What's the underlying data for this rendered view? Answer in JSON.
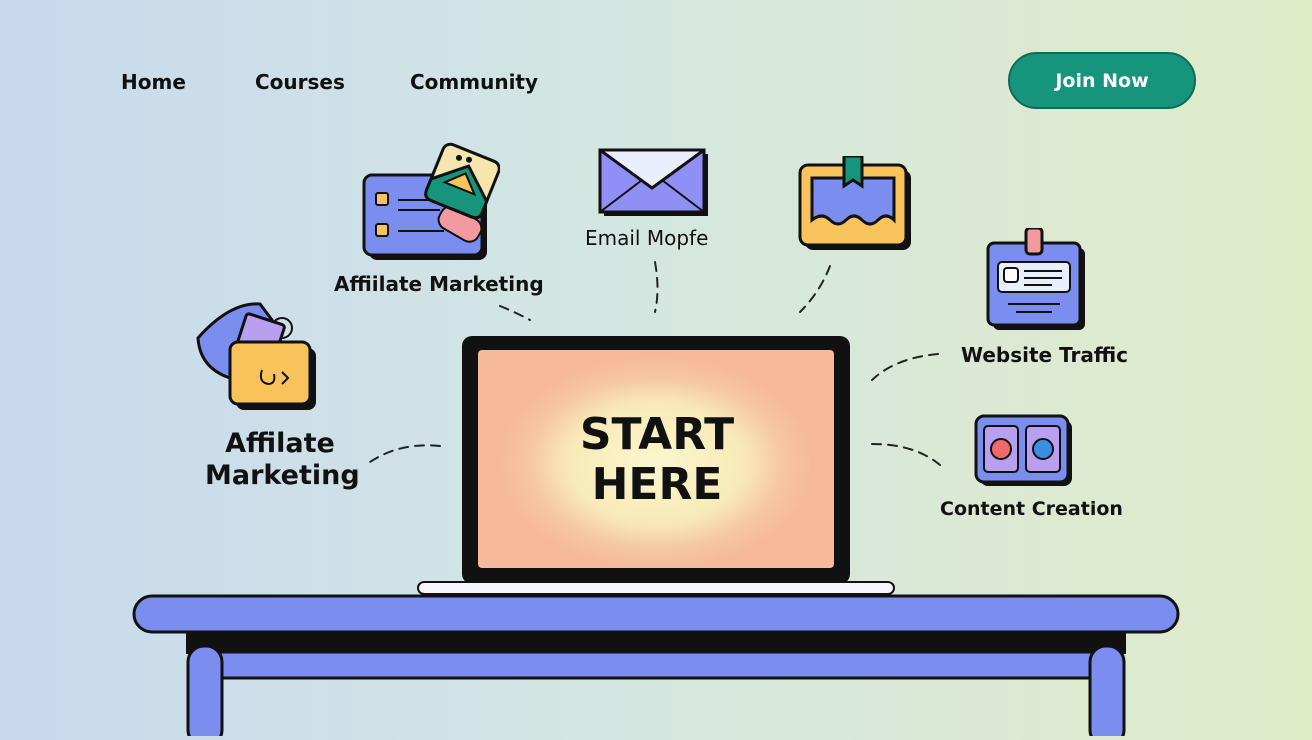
{
  "nav": {
    "home": "Home",
    "courses": "Courses",
    "community": "Community",
    "join": "Join Now"
  },
  "features": {
    "affiliate_top": "Affiilate Marketing",
    "email": "Email Mopfe",
    "website_traffic": "Website Traffic",
    "affiliate_left_line1": "Affilate",
    "affiliate_left_line2": "Marketing",
    "content_creation": "Content Creation"
  },
  "laptop": {
    "line1": "START",
    "line2": "HERE"
  },
  "colors": {
    "accent": "#17957c",
    "periwinkle": "#7b8ef0",
    "screen": "#f6b99a",
    "glow": "#f8f0c0",
    "yellow": "#f7c35a"
  },
  "icons": [
    "card-stack-icon",
    "envelope-icon",
    "bookmark-frame-icon",
    "id-card-icon",
    "wallet-icon",
    "toggle-panel-icon",
    "laptop-icon",
    "desk-icon"
  ]
}
